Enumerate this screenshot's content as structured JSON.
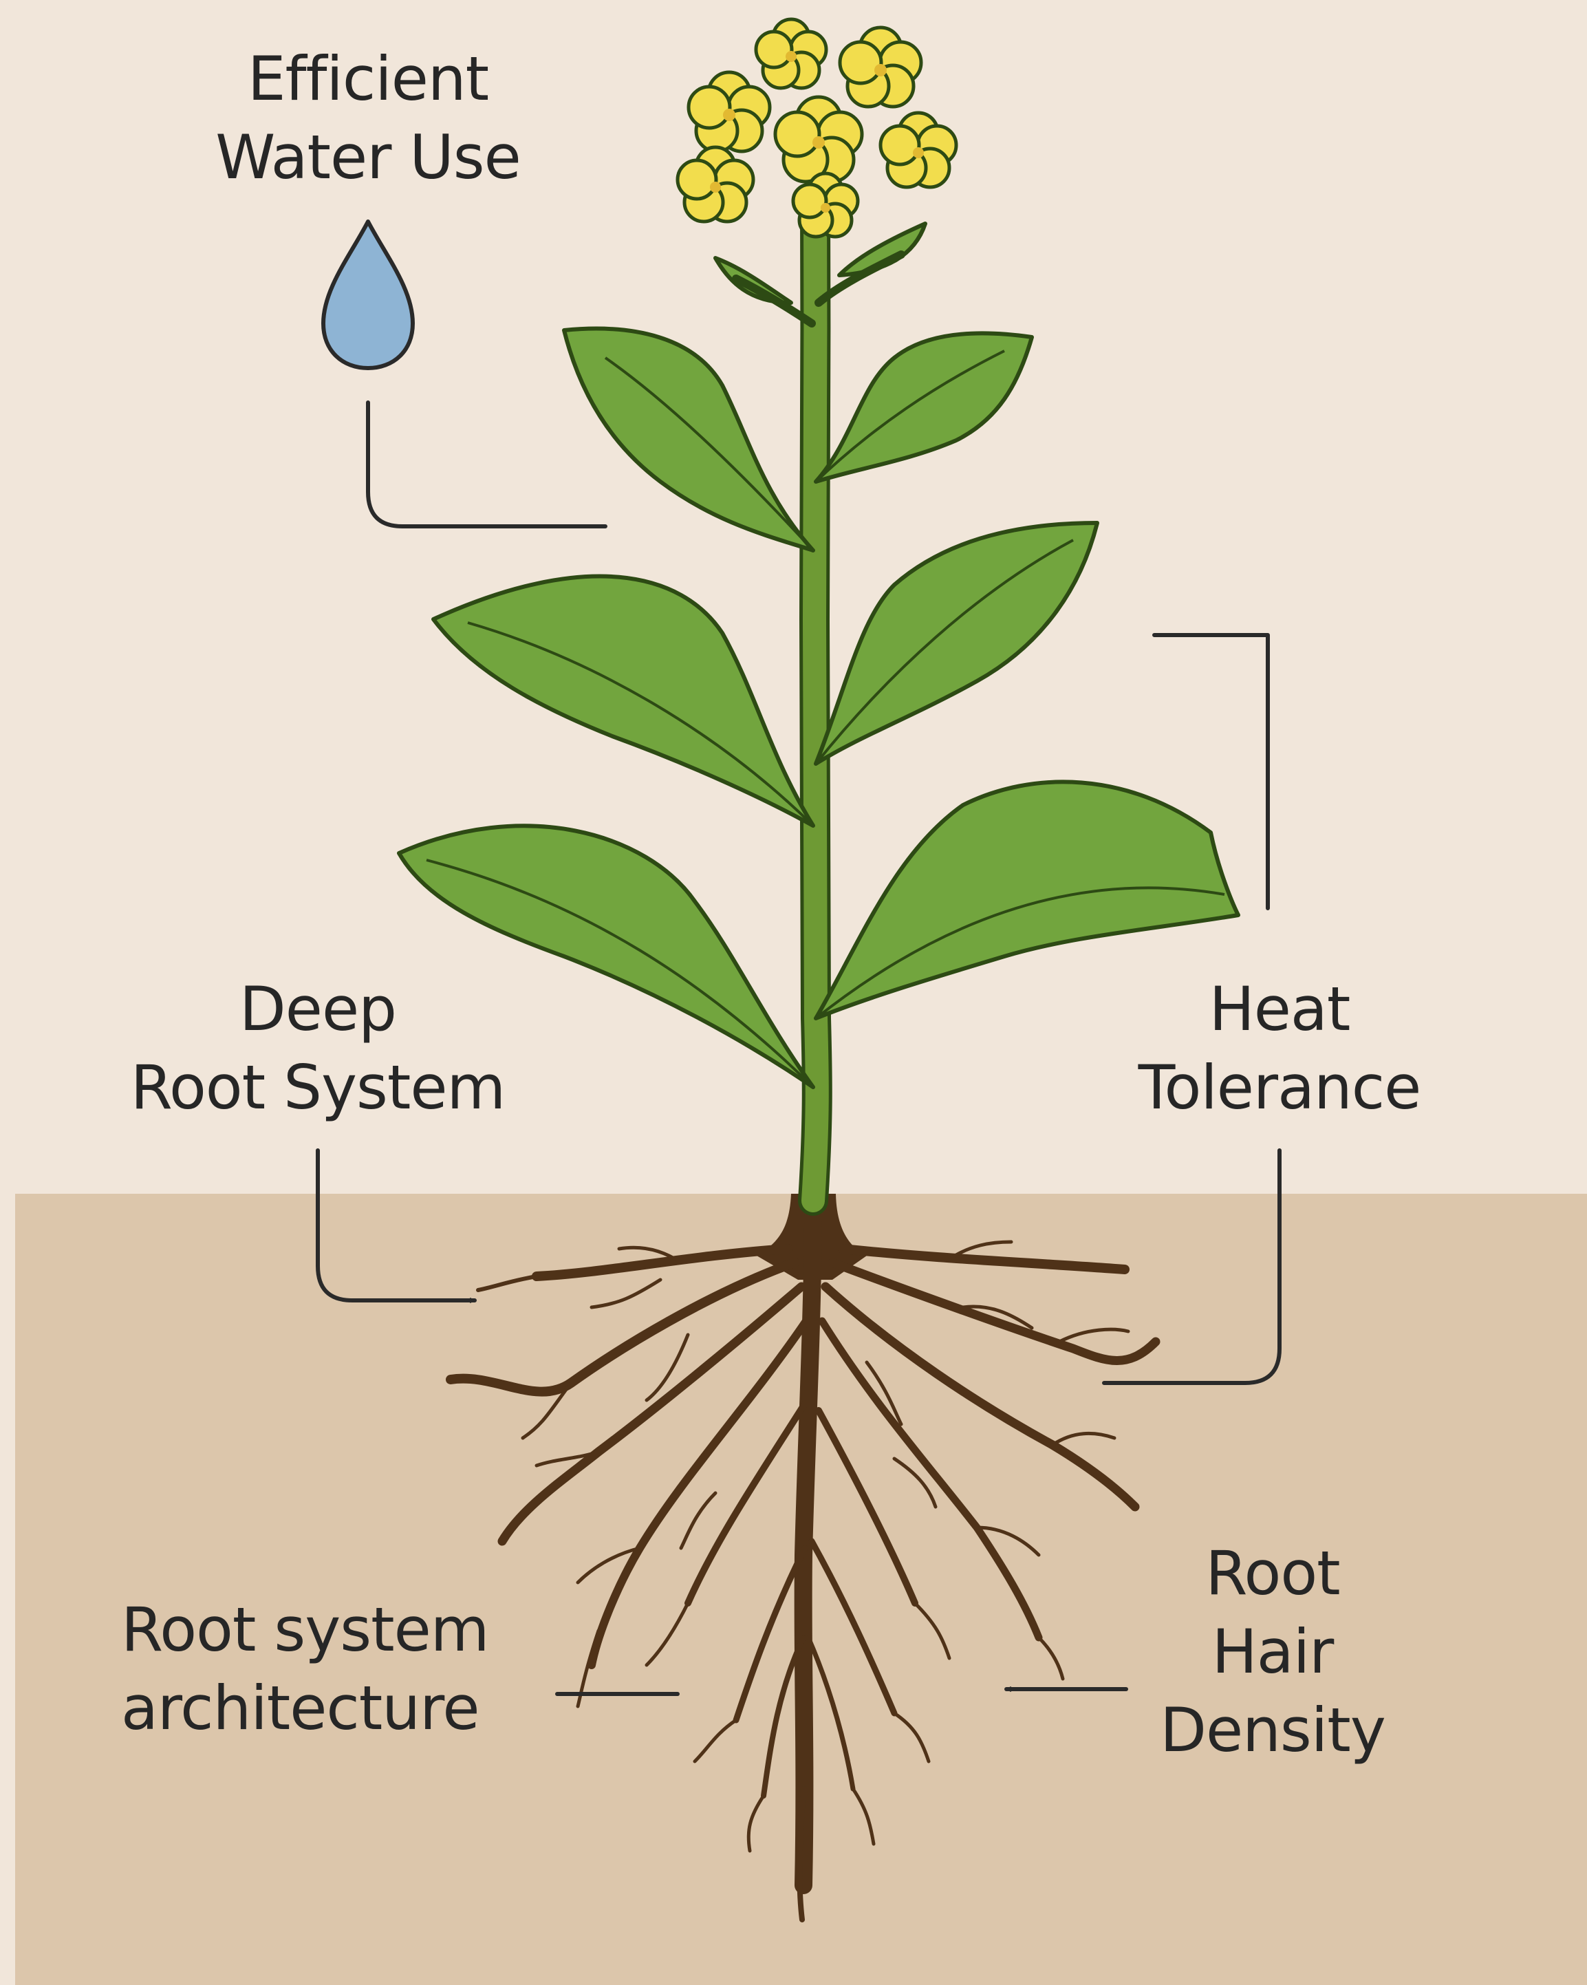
{
  "labels": {
    "water": [
      "Efficient",
      "Water Use"
    ],
    "deep_root": [
      "Deep",
      "Root System"
    ],
    "heat": [
      "Heat",
      "Tolerance"
    ],
    "architecture": [
      "Root system",
      "architecture"
    ],
    "root_hair": [
      "Root",
      "Hair",
      "Density"
    ]
  },
  "icons": {
    "water": "water-drop-icon",
    "flowers": "flower-cluster-icon"
  },
  "colors": {
    "sky": "#f1e6da",
    "soil": "#dcc6ab",
    "leaf": "#72a53e",
    "leaf_outline": "#2d4a14",
    "stem": "#6e9a34",
    "root": "#4f3218",
    "flower": "#f2dd4d",
    "water": "#8eb4d4",
    "leader": "#2a2a2a"
  }
}
